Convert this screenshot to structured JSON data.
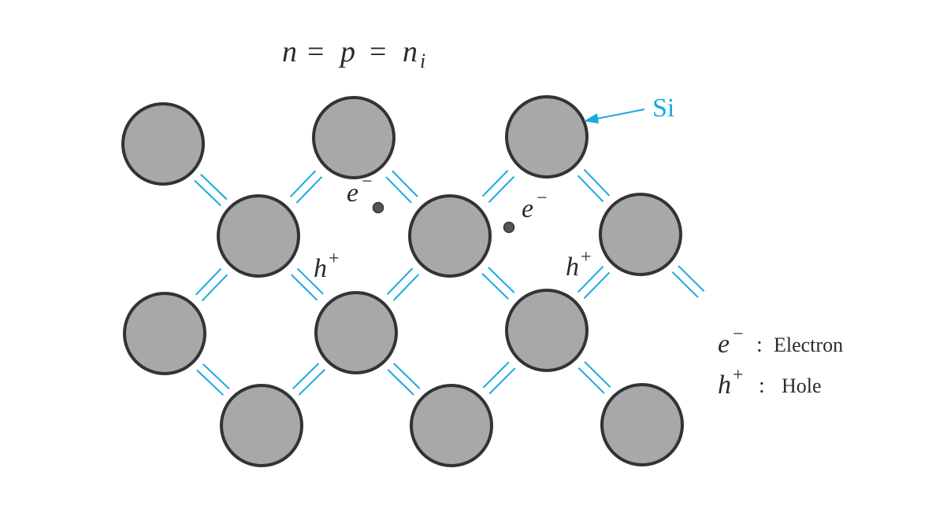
{
  "equation": {
    "n": "n",
    "eq1": "=",
    "p": "p",
    "eq2": "=",
    "ni_base": "n",
    "ni_sub": "i"
  },
  "callout": {
    "label": "Si",
    "color": "#17a9e1"
  },
  "labels": {
    "electron_symbol": "e",
    "electron_sup": "−",
    "hole_symbol": "h",
    "hole_sup": "+"
  },
  "legend": {
    "electron_symbol": "e",
    "electron_sup": "−",
    "electron_sep": ":",
    "electron_text": "Electron",
    "hole_symbol": "h",
    "hole_sup": "+",
    "hole_sep": ":",
    "hole_text": "Hole"
  },
  "colors": {
    "atom_fill": "#a7a8aa",
    "atom_stroke": "#333333",
    "bond": "#17a9e1",
    "carrier": "#555555"
  }
}
